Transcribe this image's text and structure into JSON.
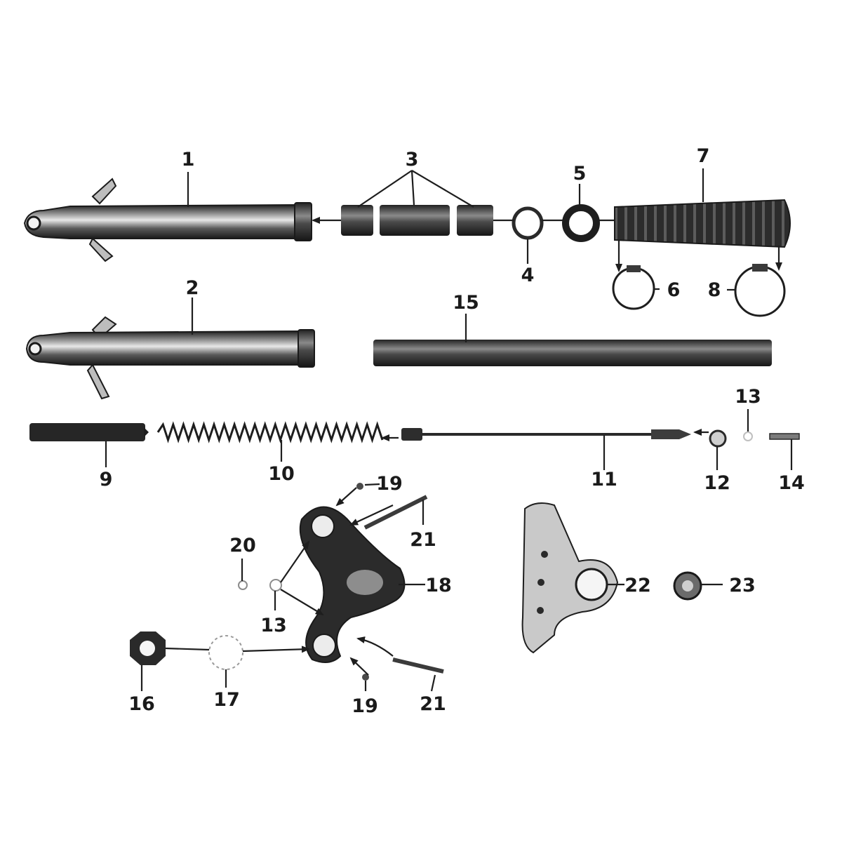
{
  "callouts": {
    "c1": "1",
    "c2": "2",
    "c3": "3",
    "c4": "4",
    "c5": "5",
    "c6": "6",
    "c7": "7",
    "c8": "8",
    "c9": "9",
    "c10": "10",
    "c11": "11",
    "c12": "12",
    "c13a": "13",
    "c13b": "13",
    "c14": "14",
    "c15": "15",
    "c16": "16",
    "c17": "17",
    "c18": "18",
    "c19a": "19",
    "c19b": "19",
    "c20": "20",
    "c21a": "21",
    "c21b": "21",
    "c22": "22",
    "c23": "23"
  }
}
